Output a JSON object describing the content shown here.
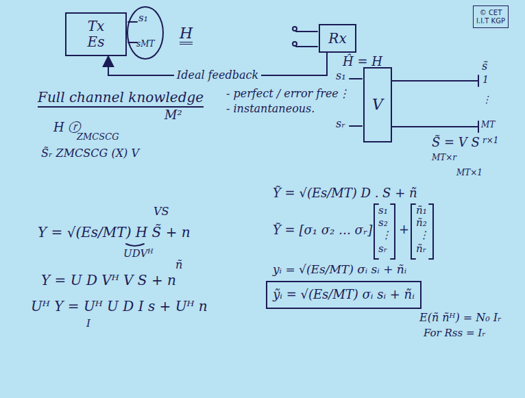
{
  "diagram": {
    "nodes": [
      {
        "text": [
          "Tx",
          "Es"
        ]
      },
      {
        "text": [
          "Rx"
        ]
      },
      {
        "text": [
          "V"
        ]
      },
      {
        "text": [
          "ỹᵢ = √(Es/MT) σᵢ sᵢ + ñᵢ"
        ]
      },
      {
        "text": [
          "© CET",
          "I.I.T KGP"
        ]
      }
    ],
    "edges": [
      {
        "from": 1,
        "to": 0,
        "arrow": "to",
        "label": "Ideal feedback"
      }
    ],
    "labels": [
      "H",
      "s₁",
      "sMT",
      "Ĥ = H",
      "Full channel knowledge",
      "- perfect / error free",
      "- instantaneous.",
      "M²",
      "H ⓡ",
      "ZMCSCG",
      "S̃ᵣ ZMCSCG (X) V",
      "s₁",
      "⋮",
      "sᵣ",
      "s̃",
      "1",
      "⋮",
      "MT",
      "S̃ = V S",
      "r×1",
      "MT×r",
      "MT×1",
      "Ỹ = √(Es/MT) D . S + ñ",
      "Ỹ = [σ₁ σ₂ … σᵣ]",
      "s₁",
      "s₂",
      "⋮",
      "sᵣ",
      "+",
      "ñ₁",
      "ñ₂",
      "⋮",
      "ñᵣ",
      "yᵢ = √(Es/MT) σᵢ sᵢ + ñᵢ",
      "VS",
      "Y = √(Es/MT) H S̃ + n",
      "UDVᴴ",
      "Y = U D Vᴴ V S + n",
      "ñ",
      "Uᴴ Y = Uᴴ U D I s + Uᴴ n",
      "I",
      "E(ñ ñᴴ) = N₀ Iᵣ",
      "For Rss = Iᵣ"
    ]
  }
}
